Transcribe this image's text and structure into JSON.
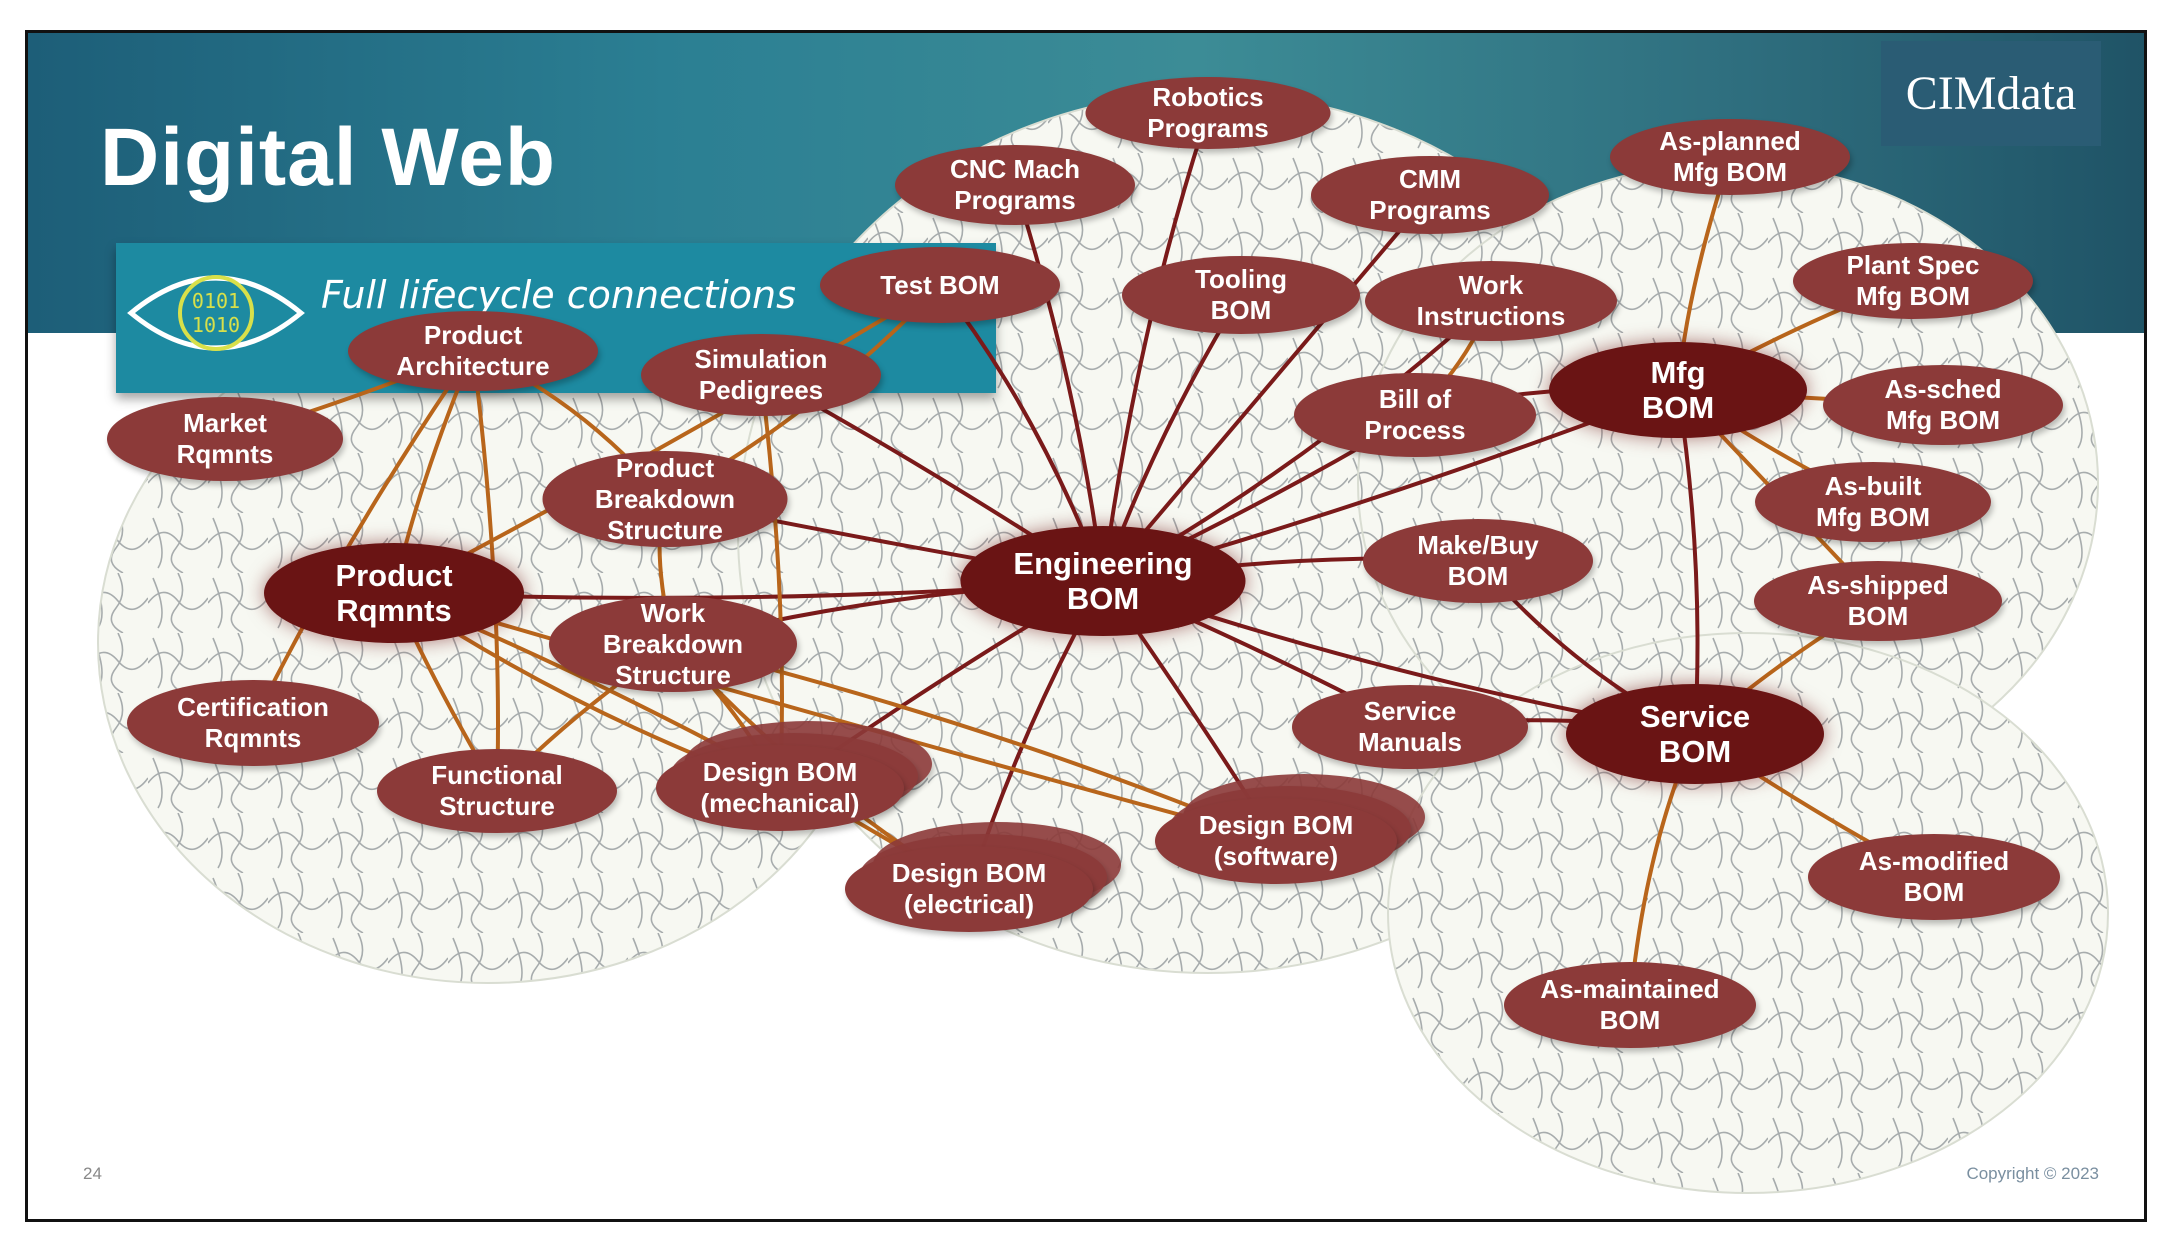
{
  "slide": {
    "title": "Digital Web",
    "subtitle": "Full lifecycle connections",
    "eye_icon_text": "0101\n1010",
    "logo": "CIMdata",
    "page_number": "24",
    "copyright": "Copyright © 2023"
  },
  "colors": {
    "banner": "#2b7f93",
    "subtitle_box": "#1d8aa1",
    "node_small": "#8c3a39",
    "node_large": "#6a1414",
    "edge_dark": "#7a1a1a",
    "edge_orange": "#b8651b"
  },
  "nodes": [
    {
      "id": "robotics",
      "label": "Robotics\nPrograms",
      "size": "sm"
    },
    {
      "id": "cnc",
      "label": "CNC Mach\nPrograms",
      "size": "sm"
    },
    {
      "id": "cmm",
      "label": "CMM\nPrograms",
      "size": "sm"
    },
    {
      "id": "asplanned",
      "label": "As-planned\nMfg BOM",
      "size": "sm"
    },
    {
      "id": "testbom",
      "label": "Test BOM",
      "size": "sm"
    },
    {
      "id": "tooling",
      "label": "Tooling\nBOM",
      "size": "sm"
    },
    {
      "id": "workinst",
      "label": "Work\nInstructions",
      "size": "sm"
    },
    {
      "id": "plantspec",
      "label": "Plant Spec\nMfg BOM",
      "size": "sm"
    },
    {
      "id": "prodarch",
      "label": "Product\nArchitecture",
      "size": "sm"
    },
    {
      "id": "simped",
      "label": "Simulation\nPedigrees",
      "size": "sm"
    },
    {
      "id": "mfgbom",
      "label": "Mfg\nBOM",
      "size": "lg"
    },
    {
      "id": "billproc",
      "label": "Bill of\nProcess",
      "size": "sm"
    },
    {
      "id": "assched",
      "label": "As-sched\nMfg BOM",
      "size": "sm"
    },
    {
      "id": "market",
      "label": "Market\nRqmnts",
      "size": "sm"
    },
    {
      "id": "pbs",
      "label": "Product\nBreakdown\nStructure",
      "size": "sm"
    },
    {
      "id": "asbuilt",
      "label": "As-built\nMfg BOM",
      "size": "sm"
    },
    {
      "id": "makebuy",
      "label": "Make/Buy\nBOM",
      "size": "sm"
    },
    {
      "id": "engbom",
      "label": "Engineering\nBOM",
      "size": "lg"
    },
    {
      "id": "prodrq",
      "label": "Product\nRqmnts",
      "size": "lg"
    },
    {
      "id": "asshipped",
      "label": "As-shipped\nBOM",
      "size": "sm"
    },
    {
      "id": "wbs",
      "label": "Work\nBreakdown\nStructure",
      "size": "sm"
    },
    {
      "id": "certrq",
      "label": "Certification\nRqmnts",
      "size": "sm"
    },
    {
      "id": "servman",
      "label": "Service\nManuals",
      "size": "sm"
    },
    {
      "id": "servbom",
      "label": "Service\nBOM",
      "size": "lg"
    },
    {
      "id": "funcstruct",
      "label": "Functional\nStructure",
      "size": "sm"
    },
    {
      "id": "dbmech",
      "label": "Design BOM\n(mechanical)",
      "size": "sm"
    },
    {
      "id": "dbsoft",
      "label": "Design BOM\n(software)",
      "size": "sm"
    },
    {
      "id": "dbelec",
      "label": "Design BOM\n(electrical)",
      "size": "sm"
    },
    {
      "id": "asmod",
      "label": "As-modified\nBOM",
      "size": "sm"
    },
    {
      "id": "asmaint",
      "label": "As-maintained\nBOM",
      "size": "sm"
    }
  ],
  "edges": [
    {
      "from": "engbom",
      "to": "robotics",
      "kind": "dark"
    },
    {
      "from": "engbom",
      "to": "cnc",
      "kind": "dark"
    },
    {
      "from": "engbom",
      "to": "cmm",
      "kind": "dark"
    },
    {
      "from": "engbom",
      "to": "testbom",
      "kind": "dark"
    },
    {
      "from": "engbom",
      "to": "tooling",
      "kind": "dark"
    },
    {
      "from": "engbom",
      "to": "workinst",
      "kind": "dark"
    },
    {
      "from": "engbom",
      "to": "simped",
      "kind": "dark"
    },
    {
      "from": "engbom",
      "to": "billproc",
      "kind": "dark"
    },
    {
      "from": "engbom",
      "to": "mfgbom",
      "kind": "dark"
    },
    {
      "from": "engbom",
      "to": "makebuy",
      "kind": "dark"
    },
    {
      "from": "engbom",
      "to": "pbs",
      "kind": "dark"
    },
    {
      "from": "engbom",
      "to": "prodrq",
      "kind": "dark"
    },
    {
      "from": "engbom",
      "to": "wbs",
      "kind": "dark"
    },
    {
      "from": "engbom",
      "to": "servman",
      "kind": "dark"
    },
    {
      "from": "engbom",
      "to": "servbom",
      "kind": "dark"
    },
    {
      "from": "engbom",
      "to": "dbmech",
      "kind": "dark"
    },
    {
      "from": "engbom",
      "to": "dbelec",
      "kind": "dark"
    },
    {
      "from": "engbom",
      "to": "dbsoft",
      "kind": "dark"
    },
    {
      "from": "mfgbom",
      "to": "billproc",
      "kind": "dark"
    },
    {
      "from": "mfgbom",
      "to": "servbom",
      "kind": "dark"
    },
    {
      "from": "mfgbom",
      "to": "asplanned",
      "kind": "orange"
    },
    {
      "from": "mfgbom",
      "to": "plantspec",
      "kind": "orange"
    },
    {
      "from": "mfgbom",
      "to": "assched",
      "kind": "orange"
    },
    {
      "from": "mfgbom",
      "to": "asbuilt",
      "kind": "orange"
    },
    {
      "from": "mfgbom",
      "to": "asshipped",
      "kind": "orange"
    },
    {
      "from": "billproc",
      "to": "workinst",
      "kind": "orange"
    },
    {
      "from": "makebuy",
      "to": "servbom",
      "kind": "dark"
    },
    {
      "from": "servman",
      "to": "servbom",
      "kind": "dark"
    },
    {
      "from": "servbom",
      "to": "asshipped",
      "kind": "orange"
    },
    {
      "from": "servbom",
      "to": "asmod",
      "kind": "orange"
    },
    {
      "from": "servbom",
      "to": "asmaint",
      "kind": "orange"
    },
    {
      "from": "prodarch",
      "to": "market",
      "kind": "orange"
    },
    {
      "from": "prodarch",
      "to": "prodrq",
      "kind": "orange"
    },
    {
      "from": "prodarch",
      "to": "pbs",
      "kind": "orange"
    },
    {
      "from": "prodarch",
      "to": "certrq",
      "kind": "orange"
    },
    {
      "from": "prodarch",
      "to": "funcstruct",
      "kind": "orange"
    },
    {
      "from": "prodrq",
      "to": "funcstruct",
      "kind": "orange"
    },
    {
      "from": "prodrq",
      "to": "testbom",
      "kind": "orange"
    },
    {
      "from": "prodrq",
      "to": "dbmech",
      "kind": "orange"
    },
    {
      "from": "prodrq",
      "to": "dbelec",
      "kind": "orange"
    },
    {
      "from": "prodrq",
      "to": "dbsoft",
      "kind": "orange"
    },
    {
      "from": "simped",
      "to": "dbmech",
      "kind": "orange"
    },
    {
      "from": "pbs",
      "to": "wbs",
      "kind": "orange"
    },
    {
      "from": "wbs",
      "to": "dbmech",
      "kind": "orange"
    },
    {
      "from": "wbs",
      "to": "dbelec",
      "kind": "orange"
    },
    {
      "from": "wbs",
      "to": "dbsoft",
      "kind": "orange"
    },
    {
      "from": "funcstruct",
      "to": "wbs",
      "kind": "orange"
    },
    {
      "from": "testbom",
      "to": "pbs",
      "kind": "orange"
    }
  ]
}
